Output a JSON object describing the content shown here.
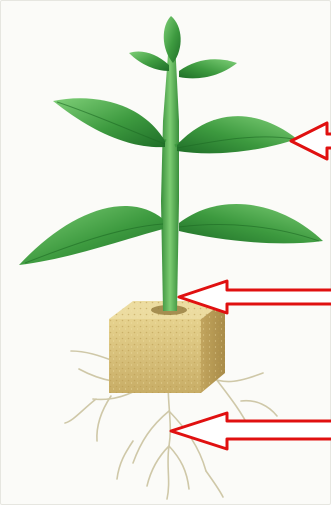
{
  "diagram": {
    "subject": "plant-in-rockwool-cube",
    "parts": [
      "leaf",
      "stem",
      "rockwool-cube",
      "roots"
    ],
    "arrow_targets": [
      "leaf",
      "stem",
      "roots"
    ],
    "colors": {
      "background": "#fbfbf8",
      "leaf_dark": "#2f8a35",
      "leaf_light": "#6cc06a",
      "stem": "#4aa24a",
      "cube": "#d8c27c",
      "cube_dark": "#b89d58",
      "root": "#c9c3a4",
      "arrow_fill": "#ffffff",
      "arrow_stroke": "#e01010"
    }
  }
}
